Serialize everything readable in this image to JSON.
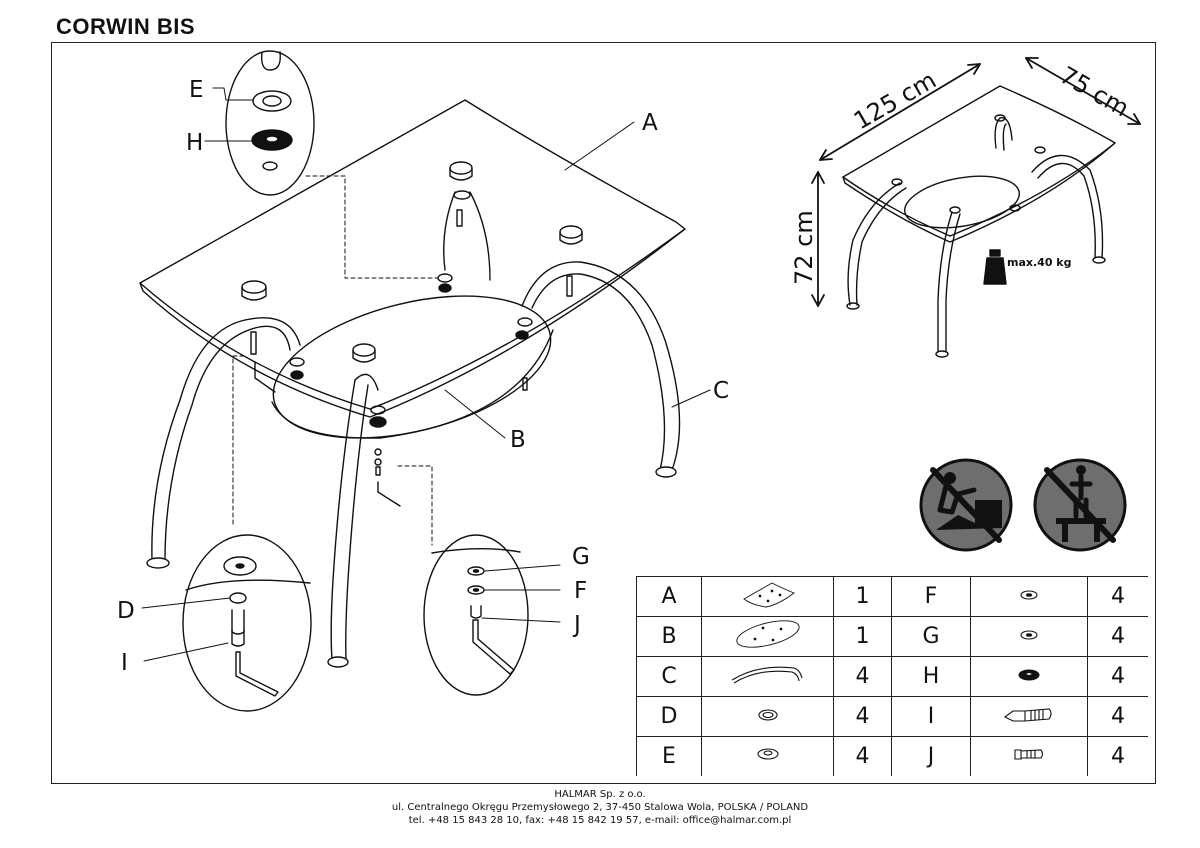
{
  "title": "CORWIN BIS",
  "dimensions": {
    "length": "125 cm",
    "width": "75 cm",
    "height": "72 cm",
    "max_load": "max.40 kg"
  },
  "callouts": [
    "A",
    "B",
    "C",
    "D",
    "E",
    "F",
    "G",
    "H",
    "I",
    "J"
  ],
  "parts_table": [
    {
      "left_letter": "A",
      "left_qty": "1",
      "right_letter": "F",
      "right_qty": "4"
    },
    {
      "left_letter": "B",
      "left_qty": "1",
      "right_letter": "G",
      "right_qty": "4"
    },
    {
      "left_letter": "C",
      "left_qty": "4",
      "right_letter": "H",
      "right_qty": "4"
    },
    {
      "left_letter": "D",
      "left_qty": "4",
      "right_letter": "I",
      "right_qty": "4"
    },
    {
      "left_letter": "E",
      "left_qty": "4",
      "right_letter": "J",
      "right_qty": "4"
    }
  ],
  "footer": {
    "company": "HALMAR Sp. z o.o.",
    "address": "ul. Centralnego Okręgu Przemysłowego 2, 37-450 Stalowa Wola, POLSKA / POLAND",
    "contact": "tel. +48 15 843 28 10, fax: +48 15 842 19 57, e-mail: office@halmar.com.pl"
  },
  "icons": [
    "no-climbing-icon",
    "no-standing-icon",
    "weight-icon"
  ]
}
